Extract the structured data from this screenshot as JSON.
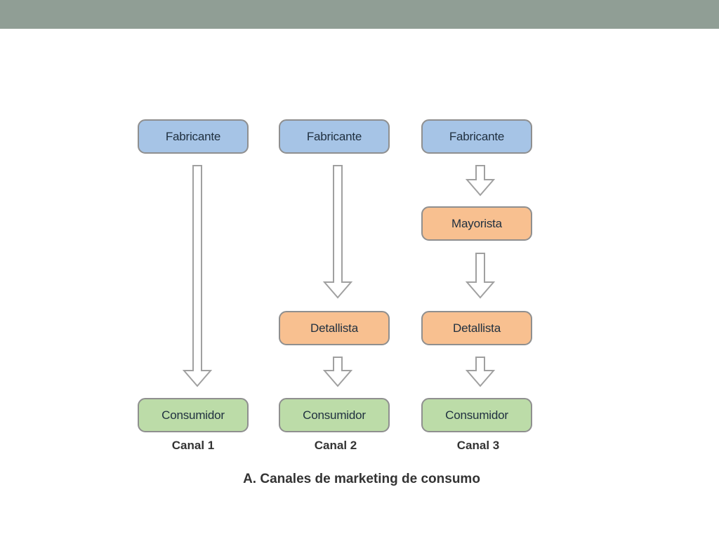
{
  "diagram": {
    "channels": [
      {
        "label": "Canal 1",
        "nodes": {
          "fabricante": "Fabricante",
          "consumidor": "Consumidor"
        }
      },
      {
        "label": "Canal 2",
        "nodes": {
          "fabricante": "Fabricante",
          "detallista": "Detallista",
          "consumidor": "Consumidor"
        }
      },
      {
        "label": "Canal 3",
        "nodes": {
          "fabricante": "Fabricante",
          "mayorista": "Mayorista",
          "detallista": "Detallista",
          "consumidor": "Consumidor"
        }
      }
    ],
    "caption": "A. Canales de marketing de consumo"
  },
  "colors": {
    "top_bar": "#909e95",
    "fabricante": "#a6c4e6",
    "intermediario": "#f8c090",
    "consumidor": "#bcdca8",
    "border": "#8f8f8f",
    "arrow_stroke": "#a0a0a0"
  }
}
